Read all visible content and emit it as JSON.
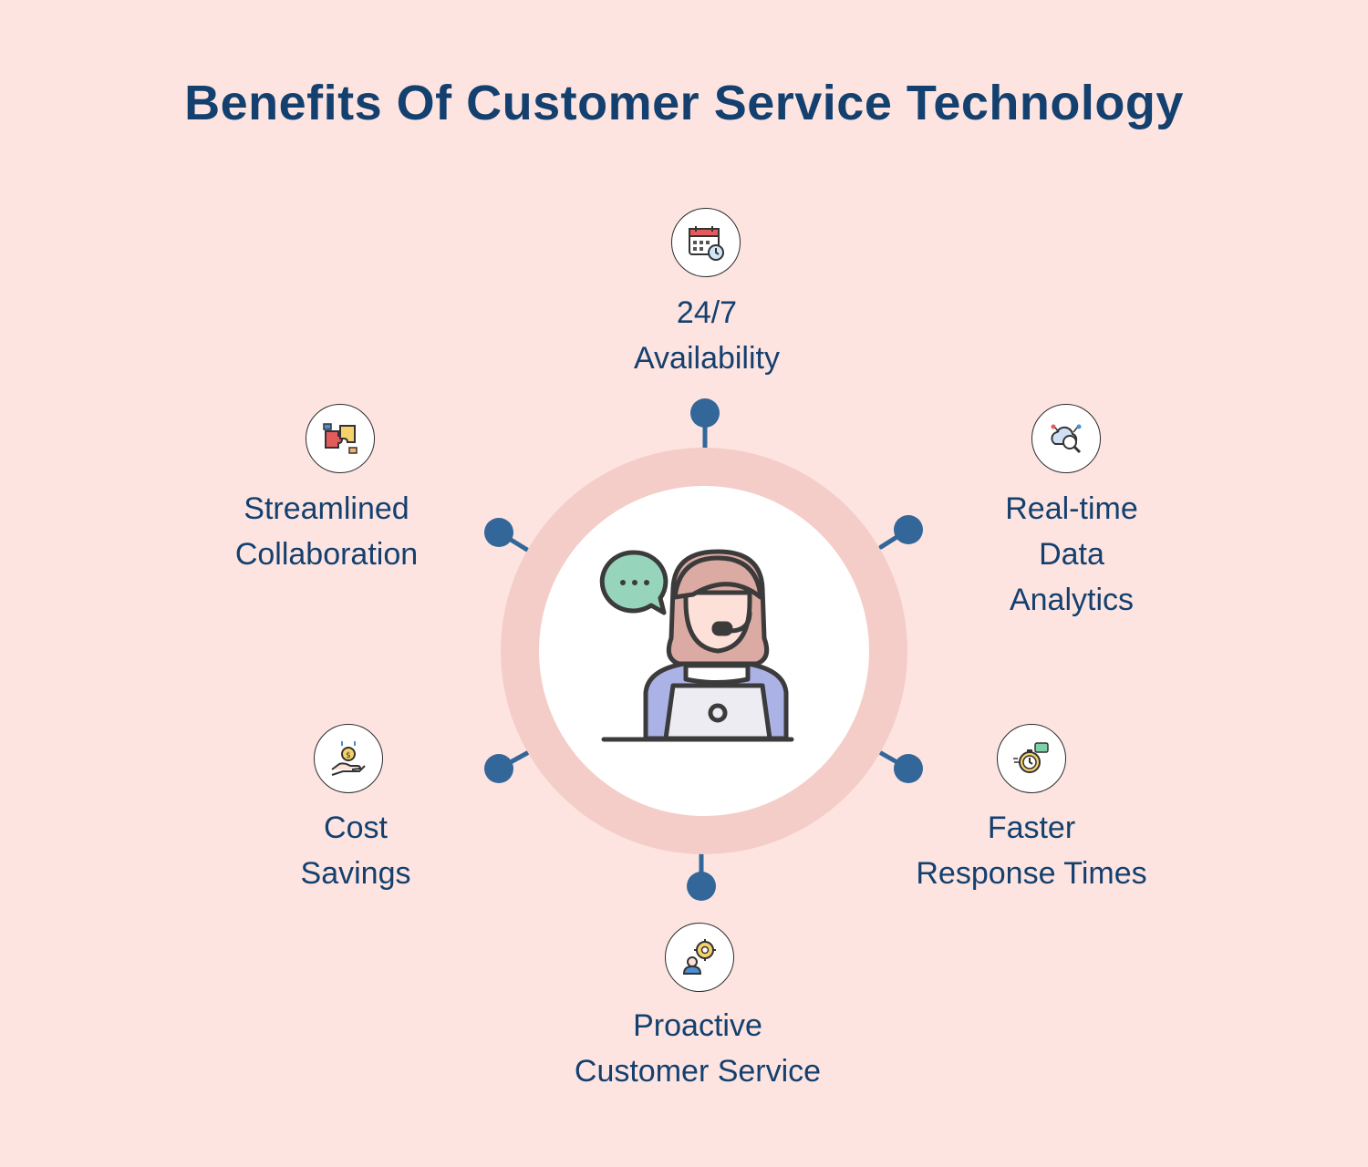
{
  "title": "Benefits Of Customer Service Technology",
  "colors": {
    "background": "#fde4e0",
    "accent": "#13406f",
    "connector": "#336699",
    "ring": "#f4cdc8"
  },
  "center": {
    "icon": "customer-support-agent-icon"
  },
  "benefits": [
    {
      "icon": "calendar-24-7-icon",
      "lines": [
        "24/7",
        "Availability"
      ]
    },
    {
      "icon": "cloud-data-search-icon",
      "lines": [
        "Real-time",
        "Data",
        "Analytics"
      ]
    },
    {
      "icon": "stopwatch-message-icon",
      "lines": [
        "Faster",
        "Response Times"
      ]
    },
    {
      "icon": "user-gear-icon",
      "lines": [
        "Proactive",
        "Customer Service"
      ]
    },
    {
      "icon": "hand-coin-icon",
      "lines": [
        "Cost",
        "Savings"
      ]
    },
    {
      "icon": "puzzle-hands-icon",
      "lines": [
        "Streamlined",
        "Collaboration"
      ]
    }
  ]
}
